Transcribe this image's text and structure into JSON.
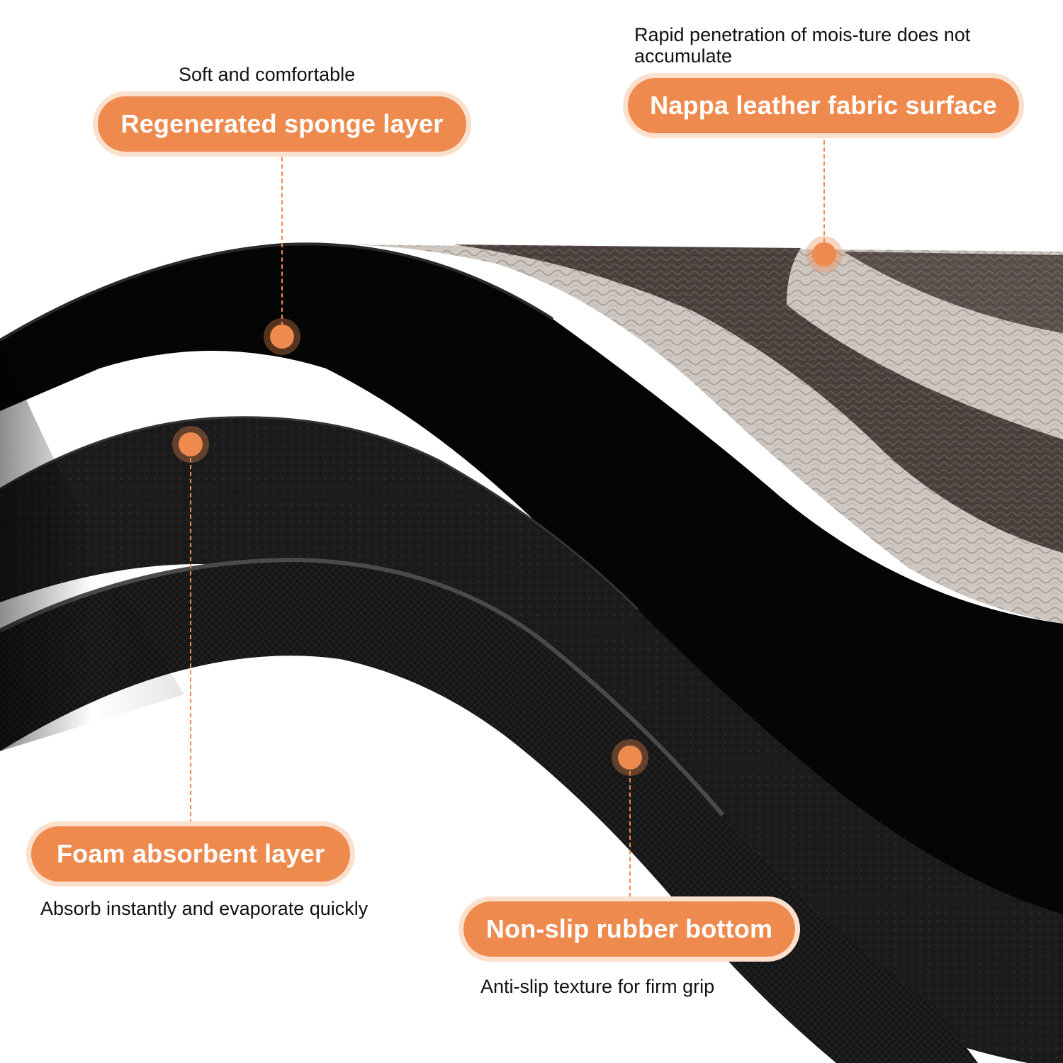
{
  "accent_color": "#ee8a4e",
  "callouts": {
    "sponge": {
      "caption": "Soft and comfortable",
      "label": "Regenerated sponge layer"
    },
    "nappa": {
      "caption": "Rapid penetration of mois-ture does not accumulate",
      "label": "Nappa leather fabric surface"
    },
    "foam": {
      "label": "Foam absorbent layer",
      "caption": "Absorb instantly and evaporate quickly"
    },
    "rubber": {
      "label": "Non-slip rubber bottom",
      "caption": "Anti-slip texture for firm grip"
    }
  }
}
